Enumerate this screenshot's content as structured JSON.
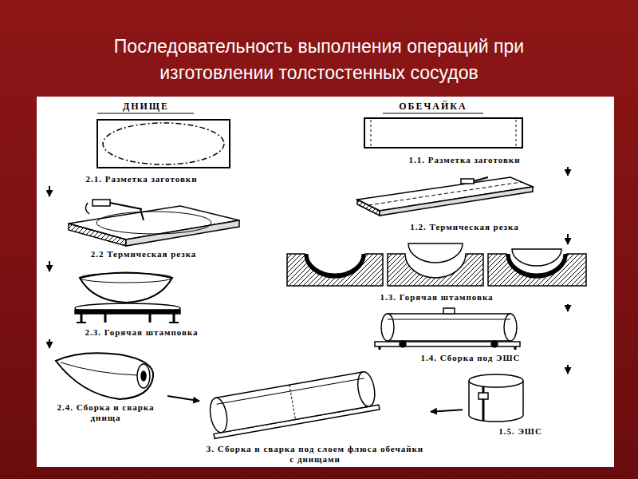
{
  "diagram": {
    "title": "Последовательность выполнения операций при изготовлении толстостенных сосудов",
    "nodes": [
      {
        "text": [
          "2.1. Разметка заготовки"
        ]
      },
      {
        "text": [
          "2.2 Термическая резка"
        ]
      },
      {
        "text": [
          "2.3. Горячая штамповка"
        ]
      },
      {
        "text": [
          "2.4. Сборка и сварка днища"
        ]
      },
      {
        "text": [
          "1.1. Разметка заготовки"
        ]
      },
      {
        "text": [
          "1.2. Термическая резка"
        ]
      },
      {
        "text": [
          "1.3. Горячая штамповка"
        ]
      },
      {
        "text": [
          "1.4. Сборка под ЭШС"
        ]
      },
      {
        "text": [
          "1.5. ЭШС"
        ]
      },
      {
        "text": [
          "3. Сборка и сварка под слоем флюса обечайки с днищами"
        ]
      }
    ],
    "edges": [
      {
        "from": 0,
        "to": 1,
        "arrow": "to"
      },
      {
        "from": 1,
        "to": 2,
        "arrow": "to"
      },
      {
        "from": 2,
        "to": 3,
        "arrow": "to"
      },
      {
        "from": 3,
        "to": 9,
        "arrow": "to"
      },
      {
        "from": 4,
        "to": 5,
        "arrow": "to"
      },
      {
        "from": 5,
        "to": 6,
        "arrow": "to"
      },
      {
        "from": 6,
        "to": 7,
        "arrow": "to"
      },
      {
        "from": 7,
        "to": 8,
        "arrow": "to"
      },
      {
        "from": 8,
        "to": 9,
        "arrow": "to"
      }
    ],
    "labels": [
      "ДНИЩЕ",
      "ОБЕЧАЙКА"
    ]
  }
}
